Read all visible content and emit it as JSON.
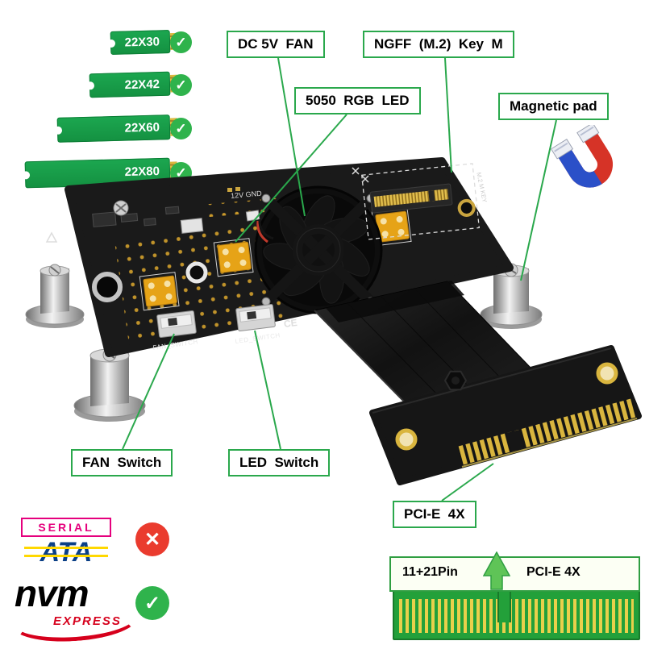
{
  "labels": {
    "dc_fan": "DC 5V  FAN",
    "ngff": "NGFF  (M.2)  Key  M",
    "rgb_led": "5050  RGB  LED",
    "magnetic_pad": "Magnetic pad",
    "fan_switch": "FAN  Switch",
    "led_switch": "LED  Switch",
    "pcie_4x": "PCI-E  4X"
  },
  "m2_sizes": {
    "s30": "22X30",
    "s42": "22X42",
    "s60": "22X60",
    "s80": "22X80"
  },
  "board": {
    "power_pins": "12V GND",
    "fan_switch_silk": "FAN_SWITCH",
    "led_switch_silk": "LED_SWITCH",
    "m2_silk": "M.2 M KEY",
    "fcc": "FC",
    "ce": "CE"
  },
  "connector_detail": {
    "pins": "11+21Pin",
    "slot": "PCI-E 4X"
  },
  "logos": {
    "serial": "SERIAL",
    "ata": "ATA",
    "nvm": "nvm",
    "express": "EXPRESS"
  },
  "icons": {
    "check": "✓",
    "cross": "✕"
  },
  "colors": {
    "accent_green": "#2aa84c",
    "gold": "#d9b53e",
    "check_green": "#2fb34c",
    "cross_red": "#ea3b2e"
  }
}
